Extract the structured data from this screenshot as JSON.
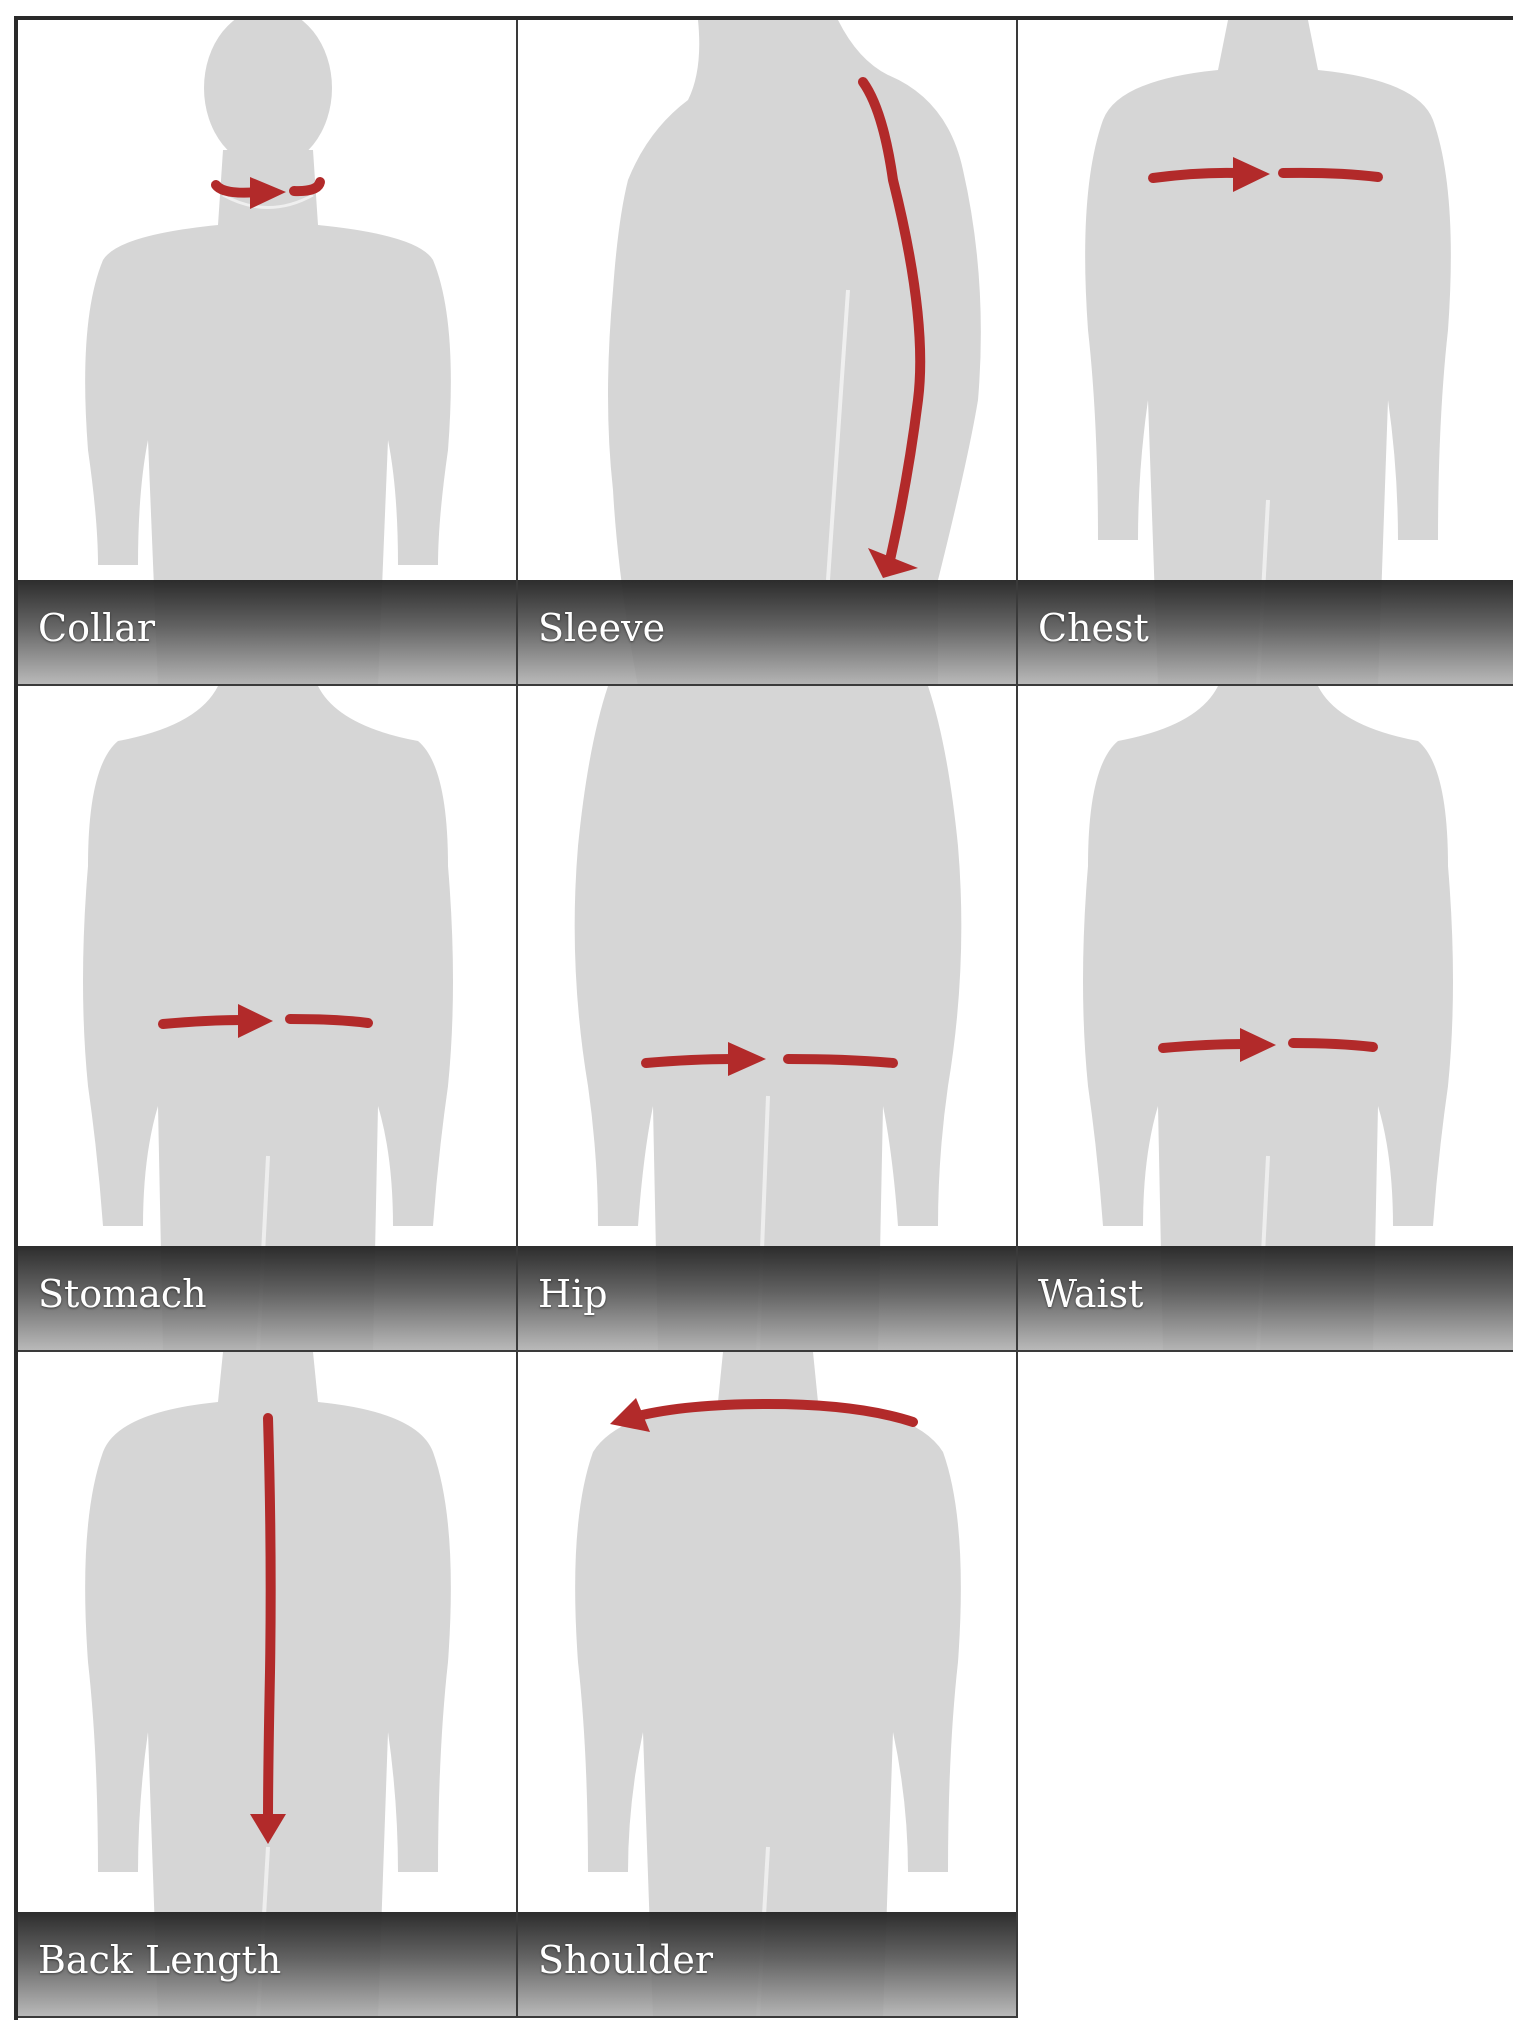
{
  "colors": {
    "silhouette": "#d6d6d6",
    "arrow": "#b22a2a",
    "grid_line": "#3a3a3a"
  },
  "panels": [
    {
      "label": "Collar",
      "view": "front",
      "arrow": "collar-loop"
    },
    {
      "label": "Sleeve",
      "view": "side",
      "arrow": "down-along-arm"
    },
    {
      "label": "Chest",
      "view": "front",
      "arrow": "horizontal-right"
    },
    {
      "label": "Stomach",
      "view": "front",
      "arrow": "horizontal-right"
    },
    {
      "label": "Hip",
      "view": "front",
      "arrow": "horizontal-right"
    },
    {
      "label": "Waist",
      "view": "front",
      "arrow": "horizontal-right"
    },
    {
      "label": "Back Length",
      "view": "back",
      "arrow": "vertical-down"
    },
    {
      "label": "Shoulder",
      "view": "back",
      "arrow": "horizontal-left"
    }
  ]
}
